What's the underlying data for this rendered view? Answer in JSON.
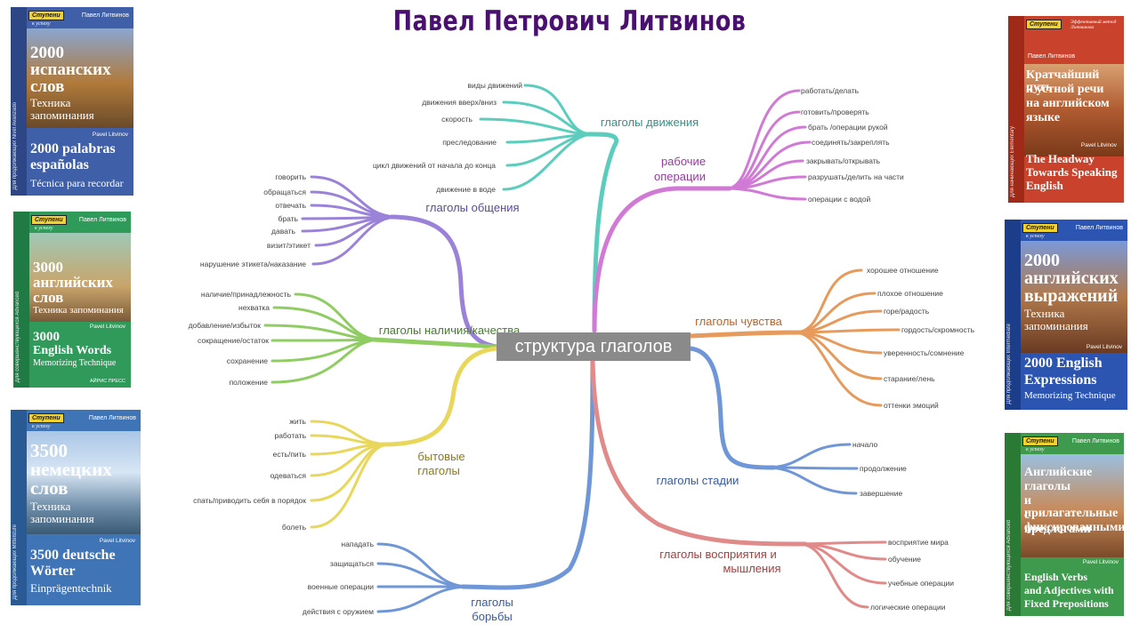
{
  "title": "Павел Петрович Литвинов",
  "center": "структура глаголов",
  "colors": {
    "motion": "#5ccdbd",
    "work": "#d07ad6",
    "comm": "#9b82d9",
    "possession": "#8fcc62",
    "feelings": "#e69a5c",
    "household": "#e8d75a",
    "stages": "#6f96d6",
    "fight": "#6f96d6",
    "perception": "#e08a8a",
    "center_box": "#8a8a8a"
  },
  "branches": {
    "motion": {
      "label": "глаголы движения",
      "items": [
        "виды движений",
        "движения вверх/вниз",
        "скорость",
        "преследование",
        "цикл движений от начала до конца",
        "движение в воде"
      ]
    },
    "work": {
      "label_line1": "рабочие",
      "label_line2": "операции",
      "items": [
        "работать/делать",
        "готовить/проверять",
        "брать /операции рукой",
        "соединять/закреплять",
        "закрывать/открывать",
        "разрушать/делить на части",
        "операции с водой"
      ]
    },
    "comm": {
      "label": "глаголы общения",
      "items": [
        "говорить",
        "обращаться",
        "отвечать",
        "брать",
        "давать",
        "визит/этикет",
        "нарушение этикета/наказание"
      ]
    },
    "possession": {
      "label": "глаголы наличия/качества",
      "items": [
        "наличие/принадлежность",
        "нехватка",
        "добавление/избыток",
        "сокращение/остаток",
        "сохранение",
        "положение"
      ]
    },
    "feelings": {
      "label": "глаголы чувства",
      "items": [
        "хорошее отношение",
        "плохое отношение",
        "горе/радость",
        "гордость/скромность",
        "уверенность/сомнение",
        "старание/лень",
        "оттенки эмоций"
      ]
    },
    "household": {
      "label_line1": "бытовые",
      "label_line2": "глаголы",
      "items": [
        "жить",
        "работать",
        "есть/пить",
        "одеваться",
        "спать/приводить себя в порядок",
        "болеть"
      ]
    },
    "stages": {
      "label": "глаголы стадии",
      "items": [
        "начало",
        "продолжение",
        "завершение"
      ]
    },
    "fight": {
      "label_line1": "глаголы",
      "label_line2": "борьбы",
      "items": [
        "нападать",
        "защищаться",
        "военные операции",
        "действия с оружием"
      ]
    },
    "perception": {
      "label_line1": "глаголы восприятия и",
      "label_line2": "мышления",
      "items": [
        "восприятие мира",
        "обучение",
        "учебные операции",
        "логические операции"
      ]
    }
  },
  "books": [
    {
      "logo": "Ступени",
      "logo_sub": "к успеху",
      "author": "Павел Литвинов",
      "title_big": "2000",
      "title_l2": "испанских",
      "title_l3": "слов",
      "subtitle_l1": "Техника",
      "subtitle_l2": "запоминания",
      "latin_author": "Pavel Litvinov",
      "foreign_l1": "2000 palabras",
      "foreign_l2": "españolas",
      "foreign_l3": "Técnica para recordar",
      "spine": "Для продолжающих  Nivel Avanzado"
    },
    {
      "logo": "Ступени",
      "logo_sub": "к успеху",
      "author": "Павел Литвинов",
      "title_big": "3000",
      "title_l2": "английских",
      "title_l3": "слов",
      "subtitle_l1": "Техника запоминания",
      "latin_author": "Pavel Litvinov",
      "foreign_l1": "3000",
      "foreign_l2": "English Words",
      "foreign_l3": "Memorizing Technique",
      "spine": "Для совершенствующихся  Advanced",
      "publisher": "АЙРИС ПРЕСС"
    },
    {
      "logo": "Ступени",
      "logo_sub": "к успеху",
      "author": "Павел Литвинов",
      "title_big": "3500",
      "title_l2": "немецких",
      "title_l3": "слов",
      "subtitle_l1": "Техника",
      "subtitle_l2": "запоминания",
      "latin_author": "Pavel Litvinov",
      "foreign_l1": "3500 deutsche",
      "foreign_l2": "Wörter",
      "foreign_l3": "Einprägentechnik",
      "spine": "Для продолжающих  Mittelstufe"
    },
    {
      "logo": "Ступени",
      "logo_sub": "Эффективный метод Литвинова",
      "author": "Павел Литвинов",
      "title_l1": "Кратчайший путь",
      "title_l2": "к устной речи",
      "title_l3": "на английском",
      "title_l4": "языке",
      "latin_author": "Pavel Litvinov",
      "foreign_l1": "The Headway",
      "foreign_l2": "Towards Speaking",
      "foreign_l3": "English",
      "spine": "Для начинающих  Elementary"
    },
    {
      "logo": "Ступени",
      "logo_sub": "к успеху",
      "author": "Павел Литвинов",
      "title_big": "2000",
      "title_l2": "английских",
      "title_l3": "выражений",
      "subtitle_l1": "Техника",
      "subtitle_l2": "запоминания",
      "latin_author": "Pavel Litvinov",
      "foreign_l1": "2000 English",
      "foreign_l2": "Expressions",
      "foreign_l3": "Memorizing Technique",
      "spine": "Для продолжающих  Intermediate"
    },
    {
      "logo": "Ступени",
      "logo_sub": "к успеху",
      "author": "Павел Литвинов",
      "title_l1": "Английские",
      "title_l2": "глаголы",
      "title_l3": "и прилагательные",
      "title_l4": "с фиксированными",
      "title_l5": "предлогами",
      "latin_author": "Pavel Litvinov",
      "foreign_l1": "English Verbs",
      "foreign_l2": "and Adjectives with",
      "foreign_l3": "Fixed Prepositions",
      "spine": "Для совершенствующихся  Advanced"
    }
  ]
}
